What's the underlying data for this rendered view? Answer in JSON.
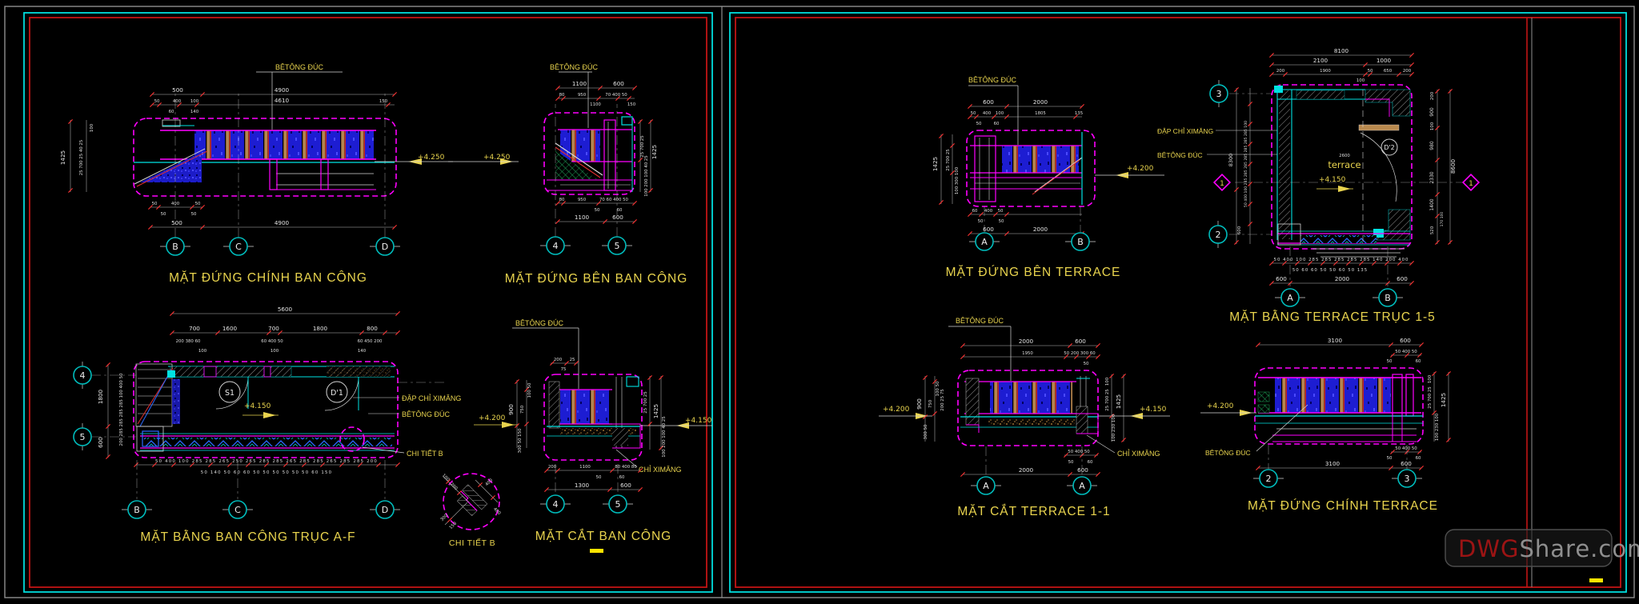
{
  "watermark": {
    "dwg": "DWG",
    "share": "Share.com"
  },
  "left": {
    "front_elev": {
      "title": "MẶT ĐỨNG CHÍNH BAN CÔNG",
      "material": "BÊTÔNG ĐÚC",
      "level": "+4.250",
      "grid": [
        "B",
        "C",
        "D"
      ],
      "dt1": "500",
      "dt2": "4900",
      "dt3": "50",
      "dt4": "400",
      "dt5": "100",
      "dt6": "4610",
      "dt7": "150",
      "dt8": "60",
      "dt9": "140",
      "db1": "50",
      "db2": "400",
      "db3": "50",
      "db4": "50",
      "db5": "50",
      "db6": "500",
      "db7": "4900",
      "dl_total": "1425",
      "dl_chain": "25  700  25 40 25",
      "dl2": "100"
    },
    "side_elev": {
      "title": "MẶT ĐỨNG BÊN BAN CÔNG",
      "material": "BÊTÔNG ĐÚC",
      "level": "+4.250",
      "grid": [
        "4",
        "5"
      ],
      "dt1": "1100",
      "dt2": "600",
      "dt3": "80",
      "dt4": "950",
      "dt5": "70 400 50",
      "dt6": "1100",
      "dt7": "150",
      "db1": "80",
      "db2": "950",
      "db3": "70 60 400 50",
      "db4": "50",
      "db5": "60",
      "db6": "1100",
      "db7": "600",
      "dr_chain": "25  700  25",
      "dr_total": "1425",
      "dr2": "100 200 100 40 25"
    },
    "plan": {
      "title": "MẶT BẰNG BAN CÔNG TRỤC A-F",
      "room1": "S1",
      "door1": "D'1",
      "level": "+4.150",
      "lbl_cement_trim": "ĐẬP CHỈ XIMĂNG",
      "lbl_concrete": "BÊTÔNG ĐÚC",
      "lbl_detail": "CHI TIẾT B",
      "grid_left": [
        "4",
        "5"
      ],
      "grid_bottom": [
        "B",
        "C",
        "D"
      ],
      "dt_total": "5600",
      "dt_r2": [
        "700",
        "1600",
        "700",
        "1800",
        "800"
      ],
      "dt_r3": [
        "200 380 60",
        "60 400 50",
        "60 450 200"
      ],
      "dt_r4a": "100",
      "dt_r4b": "100",
      "dt_r4c": "140",
      "db_r1": "50 400 100 285 285 265 250 265 285 285 265 285 285 265 285 285 200",
      "db_r2": "50  140  50  60  60  50  50  50  50  50  50  60  150",
      "dl1": "1800",
      "dl2": "600",
      "dl_chain": "200 285 285 285 285 100 400 50"
    },
    "section": {
      "title": "MẶT CẮT BAN CÔNG",
      "material": "BÊTÔNG ĐÚC",
      "lbl_cement": "CHỈ XIMĂNG",
      "level_left": "+4.200",
      "level_right": "+4.150",
      "grid": [
        "4",
        "5"
      ],
      "dt1": "200",
      "dt2": "25",
      "dt3": "75",
      "db1": "200",
      "db2": "1100",
      "db3": "80 400 80",
      "db4": "50",
      "db5": "60",
      "db6": "1300",
      "db7": "600",
      "dl1": "900",
      "dl2": "750",
      "dl3": "100 50",
      "dl4": "300 50 150",
      "dr_chain": "25  700  25",
      "dr_total": "1425",
      "dr2": "100 200 100 40 25"
    },
    "detail": {
      "title": "CHI TIẾT B",
      "d1": "100",
      "d2": "200",
      "d3": "400",
      "d4": "400",
      "d5": "300",
      "d6": "150"
    }
  },
  "right": {
    "side_elev": {
      "title": "MẶT ĐỨNG BÊN TERRACE",
      "material": "BÊTÔNG ĐÚC",
      "level": "+4.200",
      "grid": [
        "A",
        "B"
      ],
      "dt1": "600",
      "dt2": "2000",
      "dt3": "50",
      "dt4": "400",
      "dt5": "100",
      "dt6": "1805",
      "dt7": "135",
      "dt8": "50",
      "dt9": "60",
      "db1": "60",
      "db2": "400",
      "db3": "50",
      "db4": "50",
      "db5": "50",
      "db6": "600",
      "db7": "2000",
      "dl_total": "1425",
      "dl_chain": "25  700  25",
      "dl2": "100 300 100"
    },
    "plan": {
      "title": "MẶT BẰNG TERRACE TRỤC 1-5",
      "room": "terrace",
      "level": "+4.150",
      "door": "D'2",
      "lbl_cement_trim": "ĐẬP CHỈ XIMĂNG",
      "lbl_concrete": "BÊTÔNG ĐÚC",
      "grid_left": [
        "3",
        "2"
      ],
      "marker_left": "1",
      "marker_right": "1",
      "grid_bottom": [
        "A",
        "B"
      ],
      "dt_total": "8100",
      "dt_r2": [
        "2100",
        "1000"
      ],
      "dt_r3": [
        "200",
        "1900",
        "50",
        "650",
        "200"
      ],
      "dt_r4": "100",
      "db_r1": "50 400 100 285 285 285 285 285 140 200 400",
      "db_r2": "50  60  60  50  50  60  50 135",
      "db_r3": [
        "600",
        "2000",
        "600"
      ],
      "dl_total": "8300",
      "dl_chain": "50 400 100 285 285 285 285 285 285 285 100",
      "dl2": "600",
      "dr1": "900",
      "dr2": "980",
      "dr3": "2330",
      "dr4": "1400",
      "dr5": "520",
      "dr6": "170 100",
      "dr7": "200",
      "dr8": "100",
      "dr_total": "8600",
      "dim_int": "2600"
    },
    "section": {
      "title": "MẶT CẮT TERRACE 1-1",
      "material": "BÊTÔNG ĐÚC",
      "lbl_cement": "CHỈ XIMĂNG",
      "level_left": "+4.200",
      "level_right": "+4.150",
      "grid": [
        "A",
        "A"
      ],
      "dt1": "2000",
      "dt2": "600",
      "dt3": "1950",
      "dt4": "50 200 300 60",
      "dt5": "50",
      "db1": "50 400 50",
      "db2": "50",
      "db3": "60",
      "db4": "2000",
      "db5": "600",
      "dl1": "900",
      "dl2": "750",
      "dl3": "100 50",
      "dl4": "200 25 75",
      "dl5": "300 50",
      "dr_chain": "25  700  25",
      "dr_total": "1425",
      "dr2": "100 230 100",
      "dr3": "100"
    },
    "front_elev": {
      "title": "MẶT ĐỨNG CHÍNH TERRACE",
      "material": "BÊTÔNG ĐÚC",
      "level": "+4.200",
      "grid": [
        "2",
        "3"
      ],
      "dt1": "3100",
      "dt2": "600",
      "dt3": "50 400 50",
      "dt4": "50",
      "dt5": "60",
      "db1": "50 400 50",
      "db2": "50",
      "db3": "60",
      "db4": "3100",
      "db5": "600",
      "dr_chain": "25  700  25",
      "dr_total": "1425",
      "dr2": "100 230 100",
      "dr3": "100"
    }
  }
}
